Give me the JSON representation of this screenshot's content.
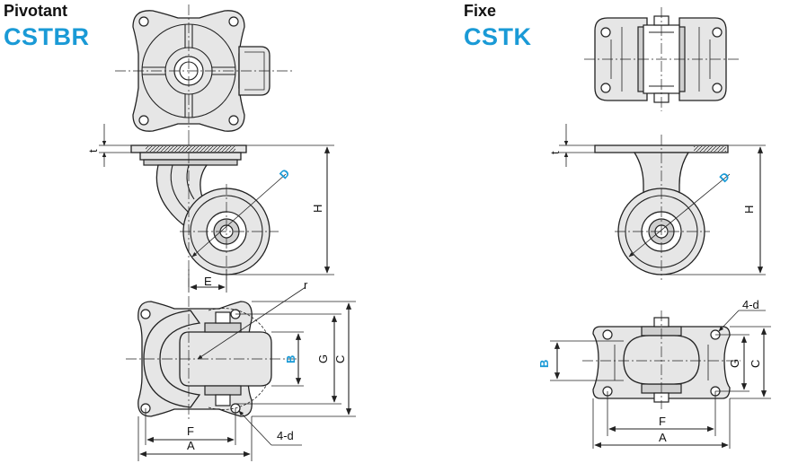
{
  "left": {
    "type_label": "Pivotant",
    "model": "CSTBR",
    "dims": {
      "t": "t",
      "D": "D",
      "H": "H",
      "E": "E",
      "r": "r",
      "B": "B",
      "G": "G",
      "C": "C",
      "F": "F",
      "A": "A",
      "holes": "4-d"
    }
  },
  "right": {
    "type_label": "Fixe",
    "model": "CSTK",
    "dims": {
      "t": "t",
      "D": "D",
      "H": "H",
      "B": "B",
      "G": "G",
      "C": "C",
      "F": "F",
      "A": "A",
      "holes": "4-d"
    }
  },
  "colors": {
    "accent": "#1a9ad6",
    "line": "#222222",
    "fill": "#e6e6e6"
  }
}
